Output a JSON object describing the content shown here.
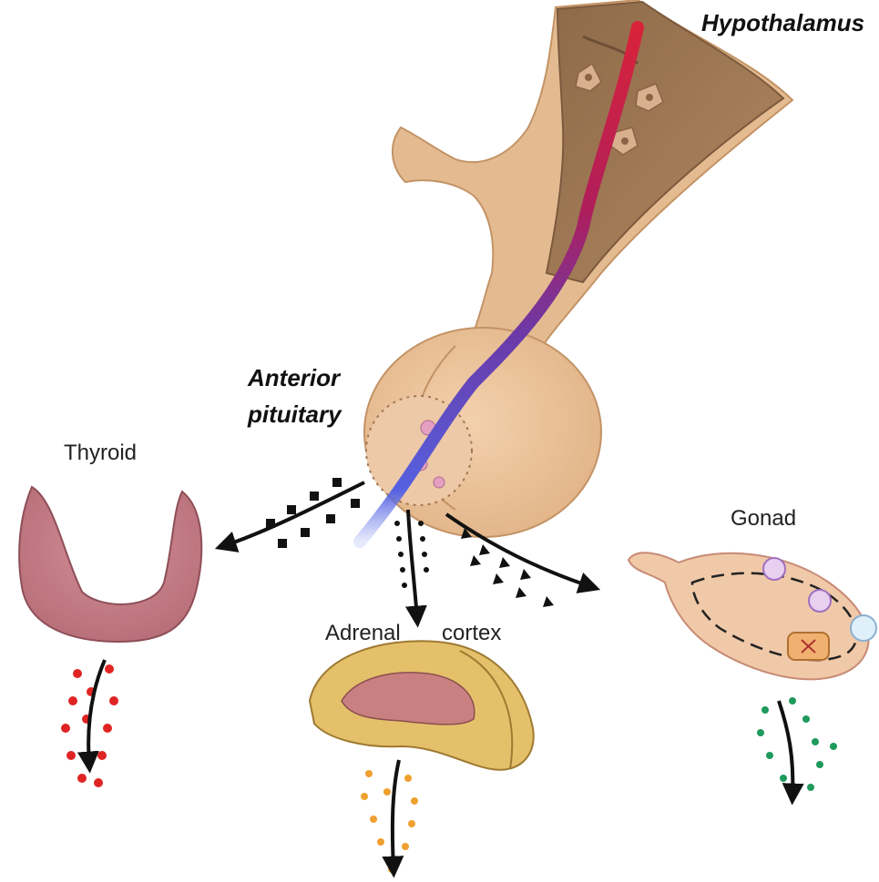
{
  "labels": {
    "hypothalamus": "Hypothalamus",
    "anterior_line1": "Anterior",
    "anterior_line2": "pituitary",
    "thyroid": "Thyroid",
    "adrenal": "Adrenal",
    "cortex": "cortex",
    "gonad": "Gonad"
  },
  "colors": {
    "tissue": "#e8c29a",
    "tissue_outline": "#c99a6e",
    "hypothalamus_band": "#a27a55",
    "hypothalamus_dark": "#7d5a3e",
    "neuron": "#d8b08e",
    "vessel_red": "#d8233a",
    "vessel_purple": "#6b3aa8",
    "vessel_blue": "#5561e0",
    "thyroid": "#c77f88",
    "thyroid_outline": "#8e4f58",
    "adrenal_outer": "#e5c06a",
    "adrenal_inner": "#c98080",
    "gonad": "#f0c9a9",
    "thyroid_hormone": "#e02424",
    "adrenal_hormone": "#f0a030",
    "gonad_hormone": "#1f9a5c",
    "trophic_hormone": "#111111"
  }
}
